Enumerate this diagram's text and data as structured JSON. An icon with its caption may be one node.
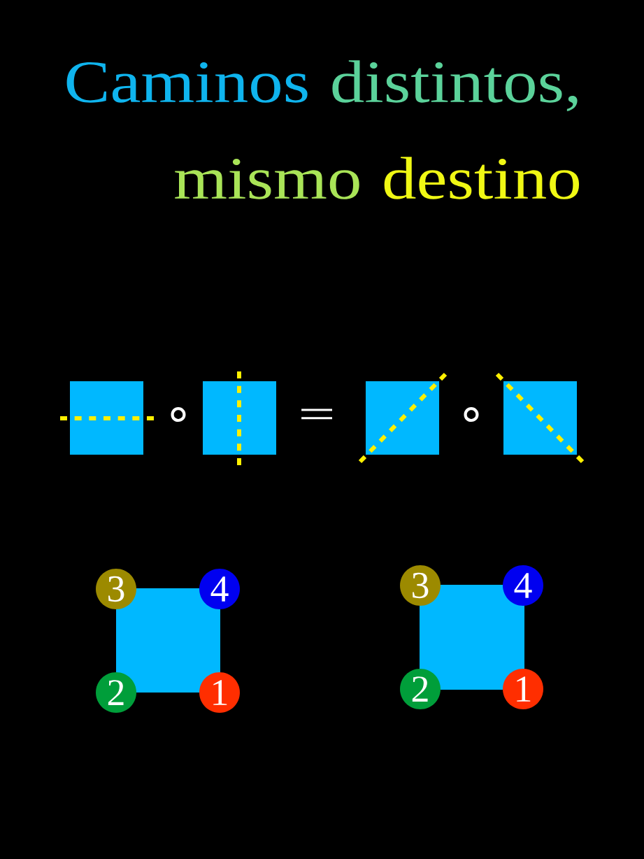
{
  "diagram": {
    "title": "Caminos distintos, mismo destino",
    "nodes": [
      {
        "text": [],
        "shape": "box"
      },
      {
        "text": [],
        "shape": "box"
      },
      {
        "text": [],
        "shape": "box"
      },
      {
        "text": [],
        "shape": "box"
      },
      {
        "text": [],
        "shape": "box"
      },
      {
        "text": [
          "3"
        ]
      },
      {
        "text": [
          "4"
        ]
      },
      {
        "text": [
          "2"
        ]
      },
      {
        "text": [
          "1"
        ]
      },
      {
        "text": [],
        "shape": "box"
      },
      {
        "text": [
          "3"
        ]
      },
      {
        "text": [
          "4"
        ]
      },
      {
        "text": [
          "2"
        ]
      },
      {
        "text": [
          "1"
        ]
      }
    ],
    "labels": [
      "∘",
      "=",
      "∘"
    ]
  }
}
